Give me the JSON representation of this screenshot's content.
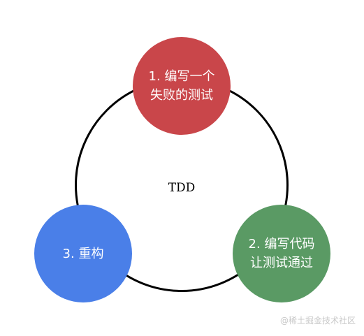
{
  "diagram": {
    "center_label": "TDD",
    "steps": [
      {
        "label": "1. 编写一个失败的测试",
        "color": "#c9464a"
      },
      {
        "label": "2. 编写代码让测试通过",
        "color": "#5a9a64"
      },
      {
        "label": "3. 重构",
        "color": "#4a7fe8"
      }
    ],
    "ring_color": "#000000"
  },
  "watermark": "@稀土掘金技术社区"
}
